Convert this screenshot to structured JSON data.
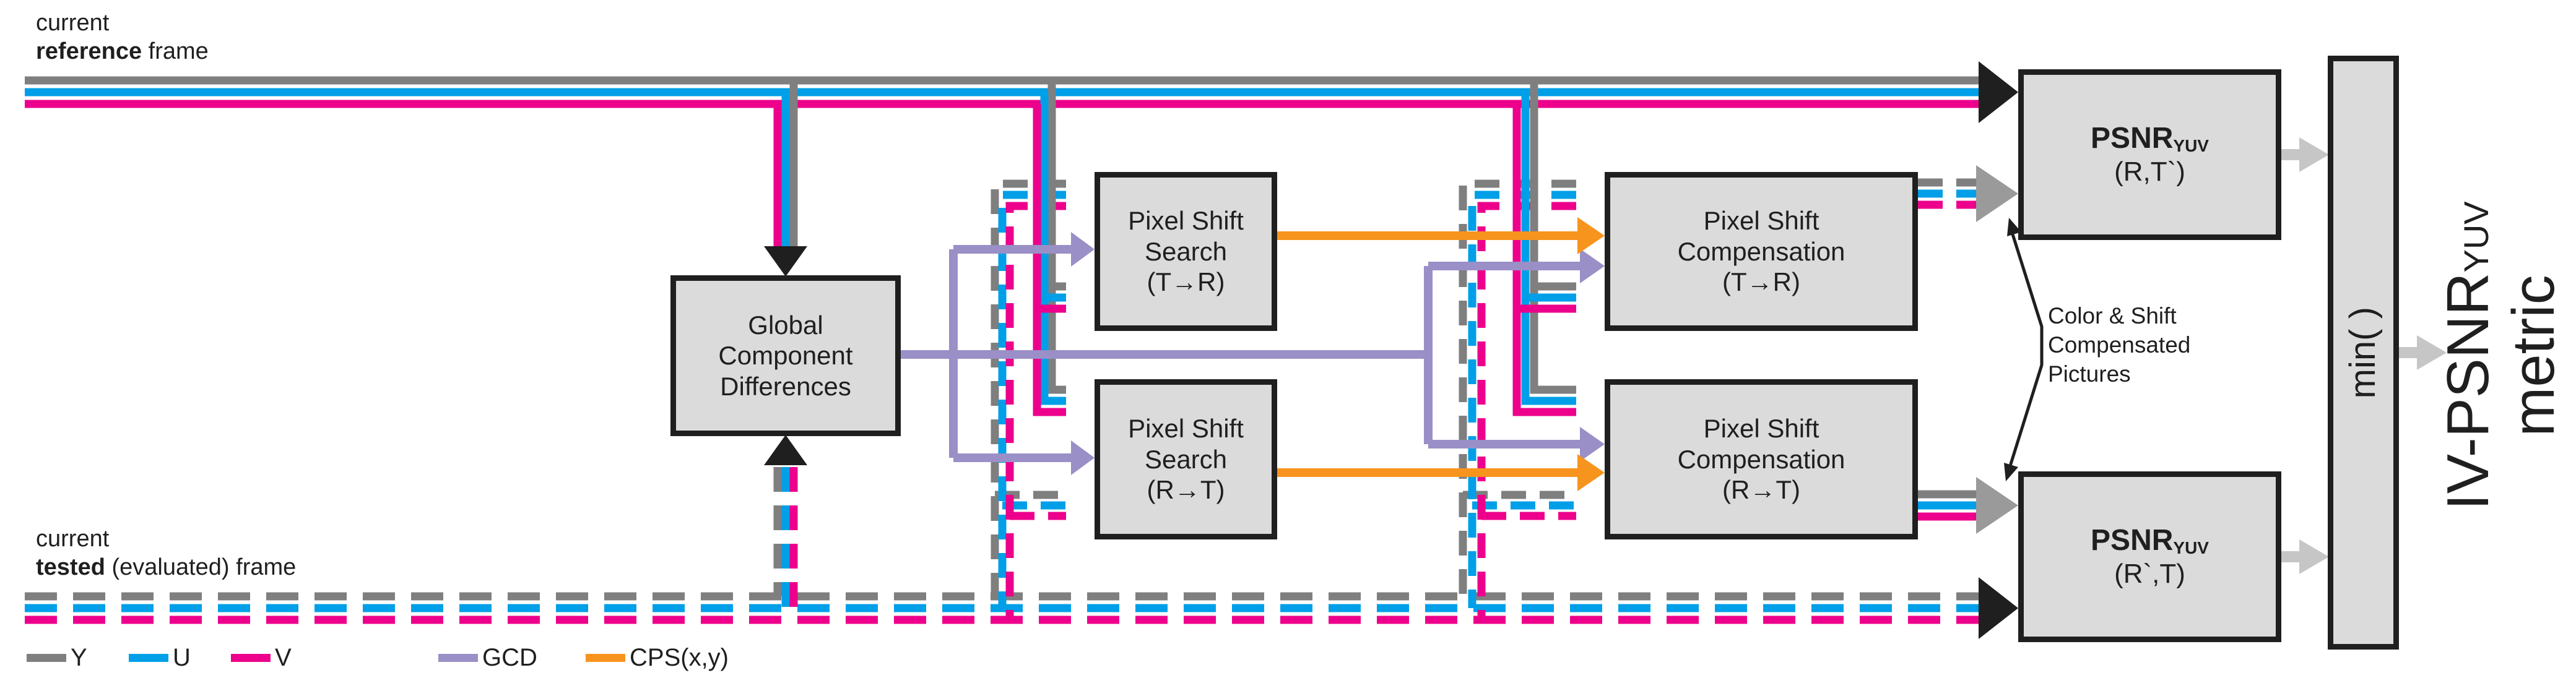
{
  "colors": {
    "y_line": "#7f7f7f",
    "u_line": "#009fe8",
    "v_line": "#ec008c",
    "gcd_line": "#9a8fc6",
    "cps_line": "#f7941e",
    "box_fill": "#dbdbdb",
    "box_border": "#1f1f1f",
    "psnr_output_arrow": "#c6c6c6",
    "compensated_arrow": "#9a9a9a"
  },
  "frames": {
    "reference": {
      "prefix": "current",
      "bold": "reference",
      "suffix": " frame"
    },
    "tested": {
      "prefix": "current",
      "bold": "tested",
      "suffix": " (evaluated) frame"
    }
  },
  "boxes": {
    "gcd": {
      "line1": "Global",
      "line2": "Component",
      "line3": "Differences"
    },
    "search_tr": {
      "line1": "Pixel Shift",
      "line2": "Search",
      "line3": "(T→R)"
    },
    "search_rt": {
      "line1": "Pixel Shift",
      "line2": "Search",
      "line3": "(R→T)"
    },
    "comp_tr": {
      "line1": "Pixel Shift",
      "line2": "Compensation",
      "line3": "(T→R)"
    },
    "comp_rt": {
      "line1": "Pixel Shift",
      "line2": "Compensation",
      "line3": "(R→T)"
    },
    "psnr_top": {
      "name": "PSNR",
      "sub": "YUV",
      "args": "(R,T`)"
    },
    "psnr_bottom": {
      "name": "PSNR",
      "sub": "YUV",
      "args": "(R`,T)"
    },
    "min": {
      "label": "min( )"
    }
  },
  "result": {
    "name": "IV-PSNR",
    "sub": "YUV",
    "line2": "metric"
  },
  "annotation": {
    "line1": "Color & Shift",
    "line2": "Compensated",
    "line3": "Pictures"
  },
  "legend": {
    "y": {
      "label": "Y"
    },
    "u": {
      "label": "U"
    },
    "v": {
      "label": "V"
    },
    "gcd": {
      "label": "GCD"
    },
    "cps": {
      "label": "CPS(x,y)"
    }
  }
}
